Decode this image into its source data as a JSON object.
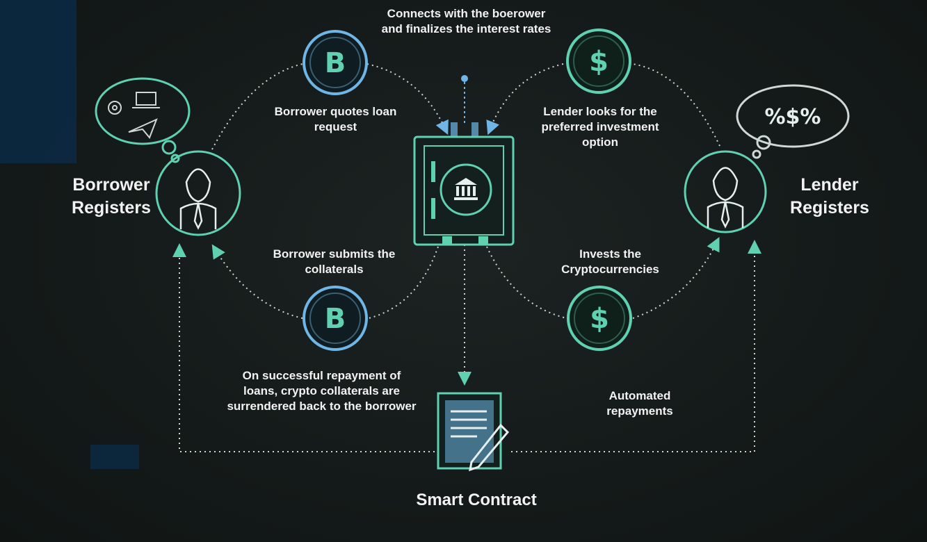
{
  "colors": {
    "accent": "#5fd1b1",
    "accent_blue": "#6fb6e6",
    "background": "#141a19",
    "text": "#f2f2f2"
  },
  "labels": {
    "borrower": "Borrower Registers",
    "lender": "Lender Registers",
    "connect": "Connects with the boerower and finalizes the interest rates",
    "borrower_quotes": "Borrower quotes loan request",
    "lender_looks": "Lender looks for the preferred investment option",
    "borrower_submits": "Borrower submits the collaterals",
    "invests": "Invests the Cryptocurrencies",
    "repayment_left": "On successful repayment of loans, crypto collaterals are surrendered back to the borrower",
    "repayment_right": "Automated repayments",
    "smart_contract": "Smart Contract"
  },
  "coins": {
    "bitcoin": "B",
    "dollar": "$"
  },
  "bubble_right": "%$%",
  "icons": [
    "person-icon",
    "bitcoin-coin-icon",
    "dollar-coin-icon",
    "vault-icon",
    "bank-icon",
    "contract-document-icon",
    "pen-icon",
    "gear-icon",
    "laptop-icon",
    "airplane-icon"
  ]
}
